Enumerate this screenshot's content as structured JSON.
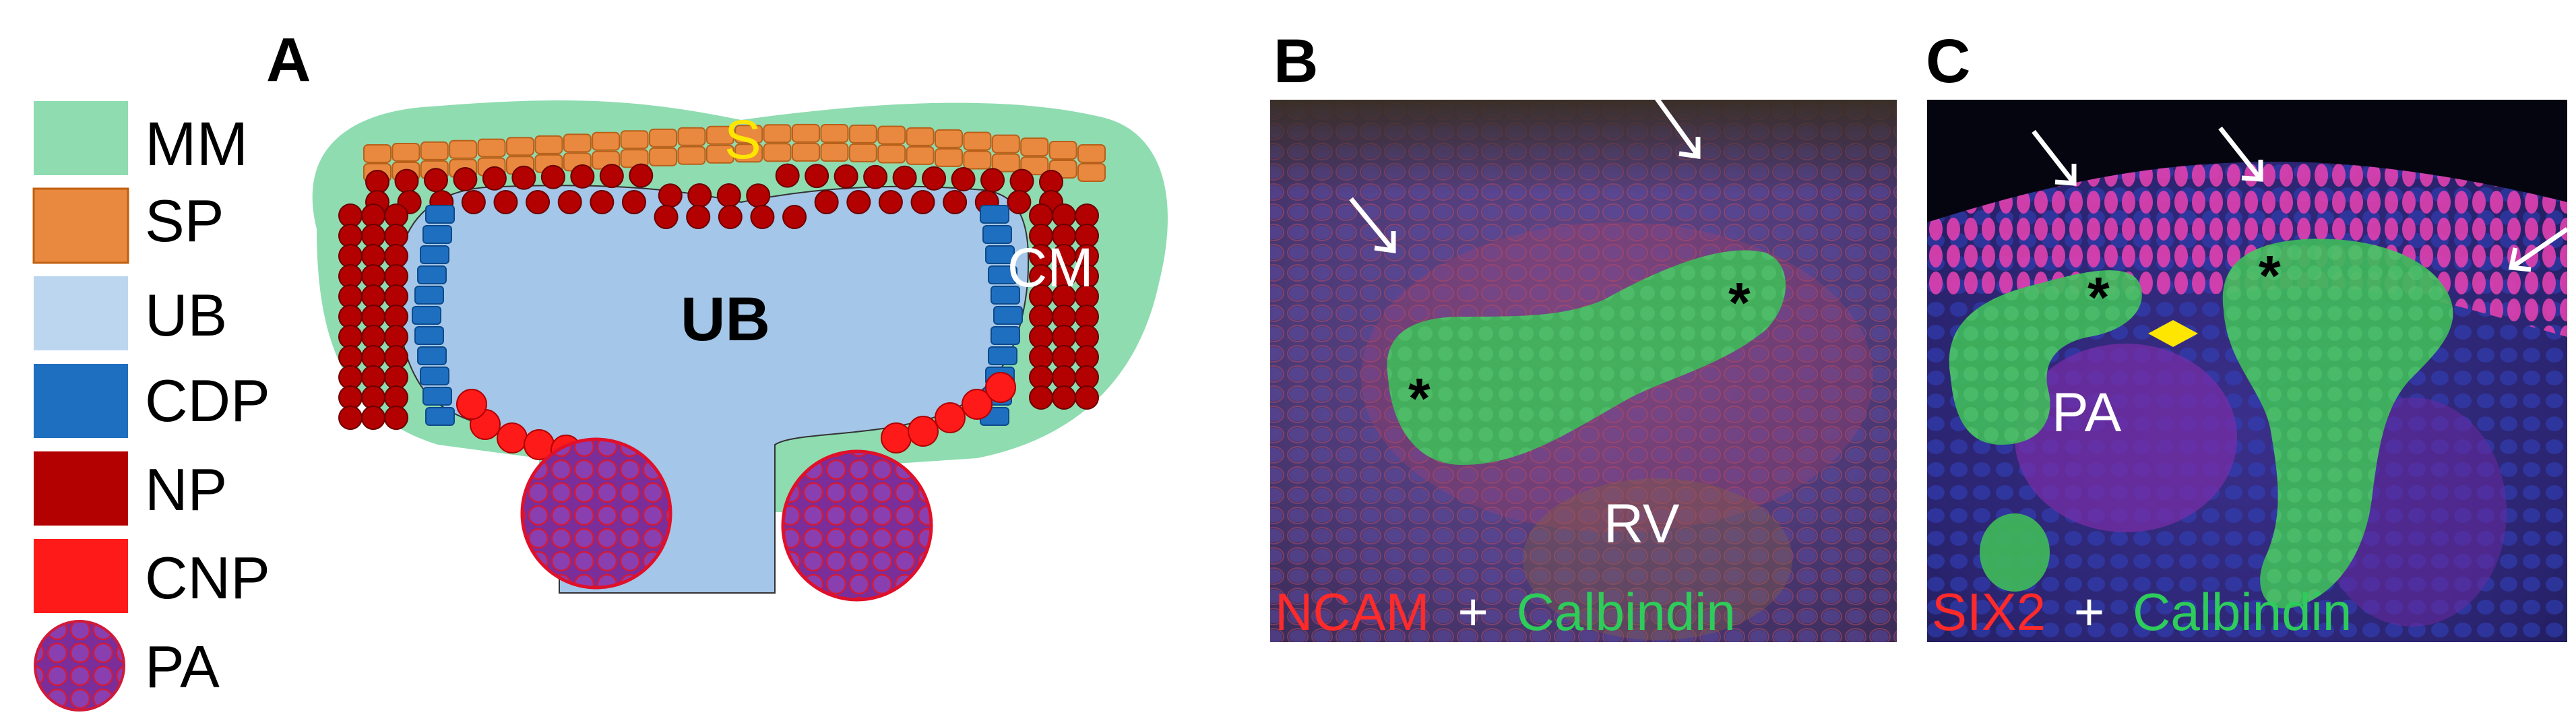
{
  "panels": {
    "a": {
      "letter": "A"
    },
    "b": {
      "letter": "B"
    },
    "c": {
      "letter": "C"
    }
  },
  "legend": [
    {
      "label": "MM",
      "color": "#8fdcb1"
    },
    {
      "label": "SP",
      "color": "#e9893f"
    },
    {
      "label": "UB",
      "color": "#bcd6f0"
    },
    {
      "label": "CDP",
      "color": "#1f6fc0"
    },
    {
      "label": "NP",
      "color": "#b30000"
    },
    {
      "label": "CNP",
      "color": "#ff1a1a"
    },
    {
      "label": "PA",
      "color": "#7b2d9a"
    }
  ],
  "diagram": {
    "label_s": "S",
    "label_cm": "CM",
    "label_ub": "UB"
  },
  "micro_b": {
    "asterisk": "*",
    "label_rv": "RV",
    "stain_1": "NCAM",
    "plus": "+",
    "stain_2": "Calbindin"
  },
  "micro_c": {
    "asterisk": "*",
    "label_pa": "PA",
    "stain_1": "SIX2",
    "plus": "+",
    "stain_2": "Calbindin"
  },
  "colors": {
    "red_stain": "#ff2a2a",
    "green_stain": "#2ecc5a",
    "yellow": "#ffe600"
  }
}
